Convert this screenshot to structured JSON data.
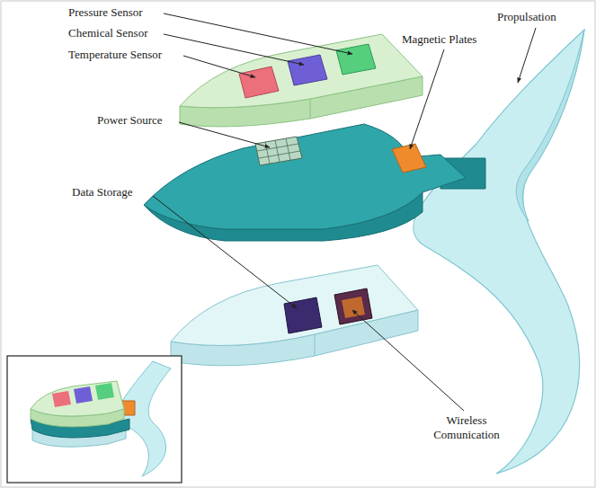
{
  "diagram": {
    "labels": [
      "Pressure Sensor",
      "Chemical Sensor",
      "Temperature Sensor",
      "Power Source",
      "Data Storage",
      "Magnetic Plates",
      "Propulsation",
      "Wireless Comunication"
    ]
  }
}
